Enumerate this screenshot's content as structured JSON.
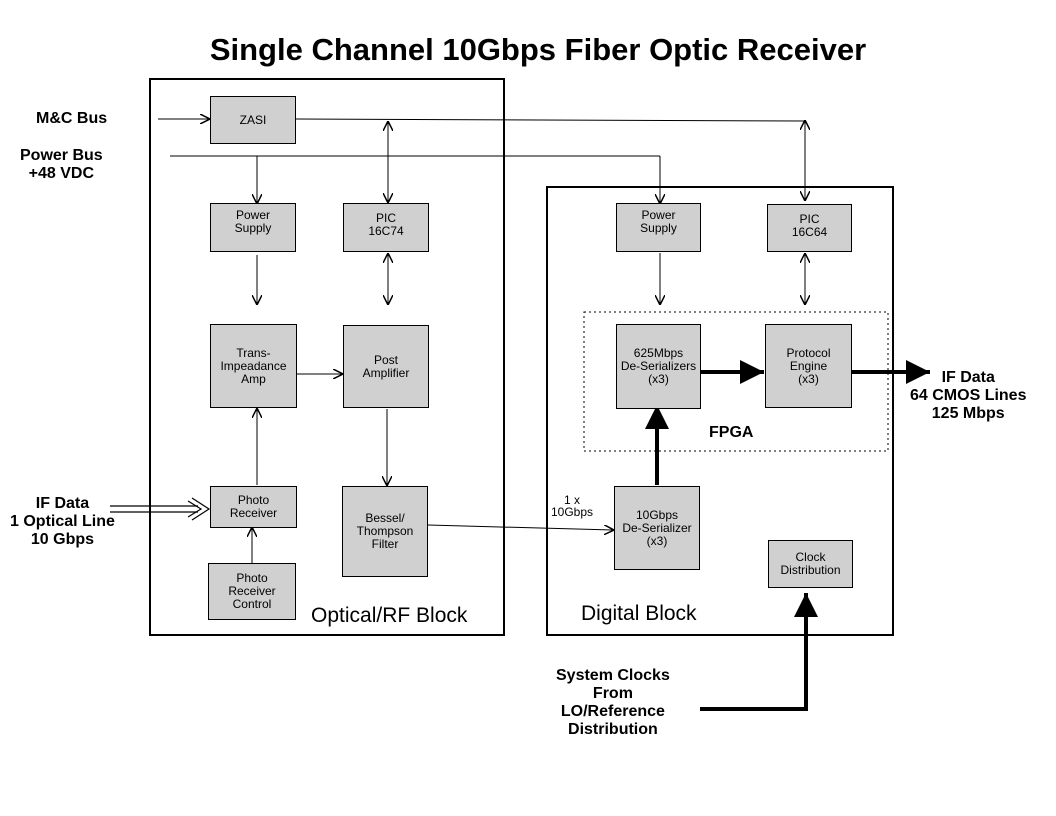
{
  "title": "Single Channel 10Gbps Fiber Optic Receiver",
  "optical_block": {
    "label": "Optical/RF Block",
    "zasi": "ZASI",
    "power_supply": "Power\nSupply",
    "pic": "PIC\n16C74",
    "tia": "Trans-\nImpeadance\nAmp",
    "post_amp": "Post\nAmplifier",
    "photo_receiver": "Photo\nReceiver",
    "bessel_filter": "Bessel/\nThompson\nFilter",
    "photo_control": "Photo\nReceiver\nControl"
  },
  "digital_block": {
    "label": "Digital Block",
    "power_supply": "Power\nSupply",
    "pic": "PIC\n16C64",
    "deser_625": "625Mbps\nDe-Serializers\n(x3)",
    "protocol_engine": "Protocol\nEngine\n(x3)",
    "fpga_label": "FPGA",
    "deser_10g": "10Gbps\nDe-Serializer\n(x3)",
    "clock_dist": "Clock\nDistribution"
  },
  "external": {
    "mc_bus": "M&C Bus",
    "power_bus": "Power Bus\n+48 VDC",
    "if_in": "IF Data\n1 Optical Line\n10 Gbps",
    "if_out": "IF Data\n64 CMOS Lines\n125 Mbps",
    "link_label": "1 x\n10Gbps",
    "sys_clocks": "System Clocks\nFrom\nLO/Reference\nDistribution"
  }
}
